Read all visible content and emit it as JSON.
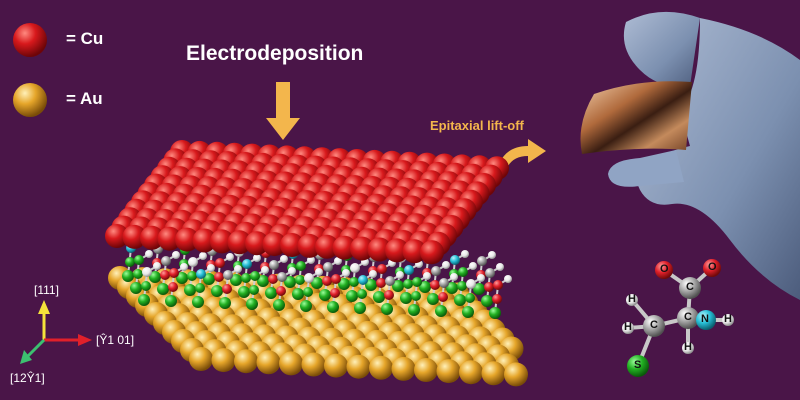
{
  "legend": [
    {
      "symbol": "= Cu",
      "color": "#d8191c"
    },
    {
      "symbol": "= Au",
      "color": "#e6a62a"
    }
  ],
  "title": "Electrodeposition",
  "liftoff_label": "Epitaxial lift-off",
  "axes": {
    "vertical": "[111]",
    "horizontal": "[Ŷ1 01]",
    "diagonal": "[12Ŷ1]"
  },
  "molecule_atoms": {
    "carbon": "C",
    "nitrogen": "N",
    "sulfur": "S",
    "hydrogen": "H",
    "oxygen": "O"
  },
  "colors": {
    "background": "#4a1548",
    "copper": "#d8191c",
    "gold": "#e6a62a",
    "arrow": "#f3b64c",
    "axis_vertical": "#f5e23a",
    "axis_horizontal": "#e0202a",
    "axis_diagonal": "#3cc070",
    "sulfur": "#22b022",
    "nitrogen": "#28c0d8",
    "oxygen": "#e0202a",
    "carbon": "#a8a8a8",
    "glove": "#8aa0c0"
  },
  "icons": [
    "copper-atom-icon",
    "gold-atom-icon",
    "down-arrow-icon",
    "curved-arrow-icon",
    "gloved-hand-icon",
    "copper-foil-icon",
    "axis-triad-icon",
    "cysteine-molecule-icon"
  ]
}
